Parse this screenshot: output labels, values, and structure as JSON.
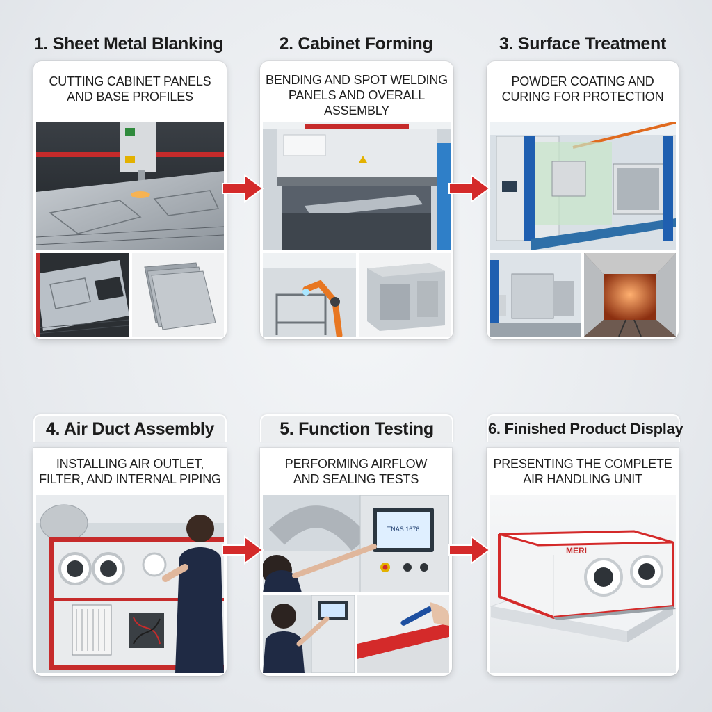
{
  "steps": [
    {
      "title": "1. Sheet Metal Blanking",
      "caption_lines": [
        "CUTTING CABINET PANELS",
        "AND BASE PROFILES"
      ]
    },
    {
      "title": "2. Cabinet Forming",
      "caption_lines": [
        "BENDING AND SPOT WELDING",
        "PANELS AND OVERALL",
        "ASSEMBLY"
      ]
    },
    {
      "title": "3. Surface Treatment",
      "caption_lines": [
        "POWDER COATING AND",
        "CURING FOR PROTECTION"
      ]
    },
    {
      "title": "4. Air Duct Assembly",
      "caption_lines": [
        "INSTALLING AIR OUTLET,",
        "FILTER, AND INTERNAL PIPING"
      ]
    },
    {
      "title": "5. Function Testing",
      "caption_lines": [
        "PERFORMING AIRFLOW",
        "AND SEALING TESTS"
      ]
    },
    {
      "title": "6. Finished Product Display",
      "caption_lines": [
        "PRESENTING THE COMPLETE",
        "AIR HANDLING UNIT"
      ]
    }
  ],
  "brand_label": "MERI",
  "screen_label": "TNAS 1676",
  "colors": {
    "accent_red": "#d42a2a",
    "card_bg": "#ffffff",
    "steel": "#b9c0c7"
  }
}
